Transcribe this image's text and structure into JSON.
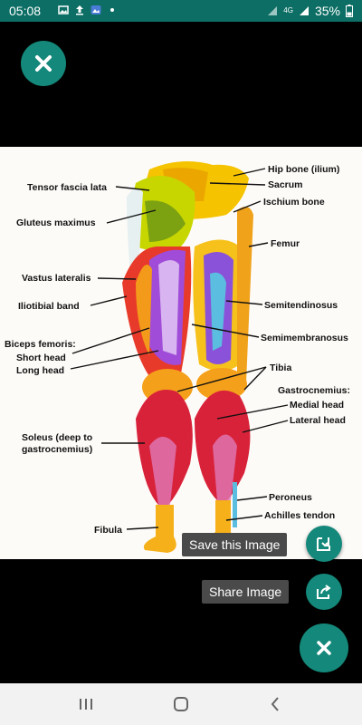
{
  "status_bar": {
    "time": "05:08",
    "network_label": "4G",
    "battery": "35%",
    "left_icons": [
      "image-icon",
      "upload-icon",
      "gallery-icon",
      "dot-icon"
    ],
    "right_icons": [
      "signal-icon",
      "signal-icon",
      "battery-icon"
    ]
  },
  "image": {
    "description_icon": "leg-muscles-diagram",
    "labels": {
      "tensor": "Tensor fascia lata",
      "gluteus": "Gluteus maximus",
      "vastus": "Vastus lateralis",
      "iliotibial": "Iliotibial band",
      "biceps": "Biceps femoris:",
      "short_head": "Short head",
      "long_head": "Long head",
      "soleus1": "Soleus (deep to",
      "soleus2": "gastrocnemius)",
      "fibula": "Fibula",
      "hip": "Hip bone (ilium)",
      "sacrum": "Sacrum",
      "ischium": "Ischium bone",
      "femur": "Femur",
      "semitendinosus": "Semitendinosus",
      "semimembranosus": "Semimembranosus",
      "tibia": "Tibia",
      "gastro": "Gastrocnemius:",
      "medial": "Medial head",
      "lateral": "Lateral head",
      "peroneus": "Peroneus",
      "achilles": "Achilles tendon"
    }
  },
  "actions": {
    "save_tooltip": "Save this Image",
    "share_tooltip": "Share Image"
  },
  "colors": {
    "status_bar": "#0c6e64",
    "fab": "#14887a"
  }
}
